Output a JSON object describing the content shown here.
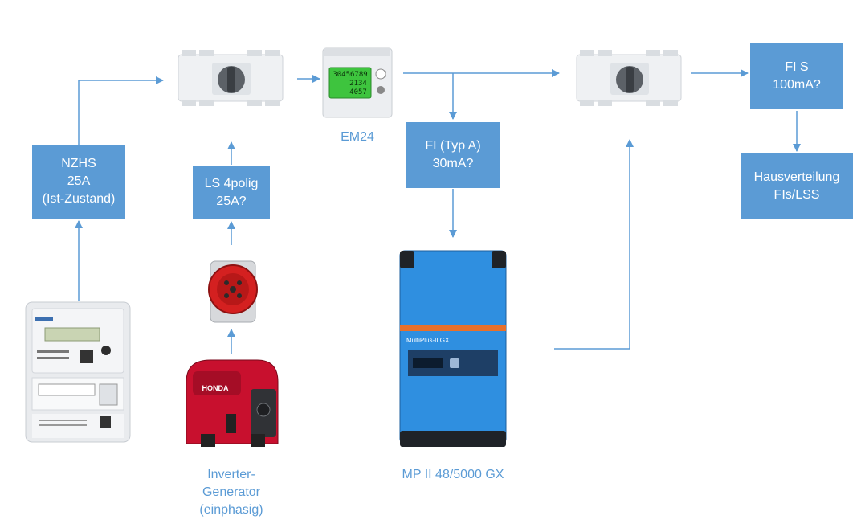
{
  "colors": {
    "box_fill": "#5b9bd5",
    "box_text": "#ffffff",
    "caption_text": "#5b9bd5",
    "arrow": "#5b9bd5",
    "inverter_blue": "#2f8fe0",
    "inverter_orange": "#e8702a",
    "generator_red": "#c8102e",
    "plug_red": "#d42020",
    "meter_display": "#3ec43e"
  },
  "boxes": {
    "nzhs": {
      "lines": [
        "NZHS",
        "25A",
        "(Ist-Zustand)"
      ]
    },
    "ls": {
      "lines": [
        "LS 4polig",
        "25A?"
      ]
    },
    "fi_typ_a": {
      "lines": [
        "FI (Typ A)",
        "30mA?"
      ]
    },
    "fi_s": {
      "lines": [
        "FI S",
        "100mA?"
      ]
    },
    "hausverteilung": {
      "lines": [
        "Hausverteilung",
        "FIs/LSS"
      ]
    }
  },
  "captions": {
    "em24": "EM24",
    "mp2": "MP II 48/5000 GX",
    "generator": [
      "Inverter-",
      "Generator",
      "(einphasig)"
    ]
  },
  "device_labels": {
    "em24_display": [
      "30456789",
      "2134",
      "4057"
    ],
    "inverter_model": "MultiPlus-II GX",
    "generator_brand": "HONDA"
  },
  "icons": {
    "smart_meter": "electricity-meter-icon",
    "switch_left": "changeover-switch-icon",
    "switch_right": "changeover-switch-icon",
    "em24": "energy-meter-icon",
    "plug": "cee-plug-icon",
    "generator": "generator-icon",
    "inverter": "inverter-icon"
  }
}
